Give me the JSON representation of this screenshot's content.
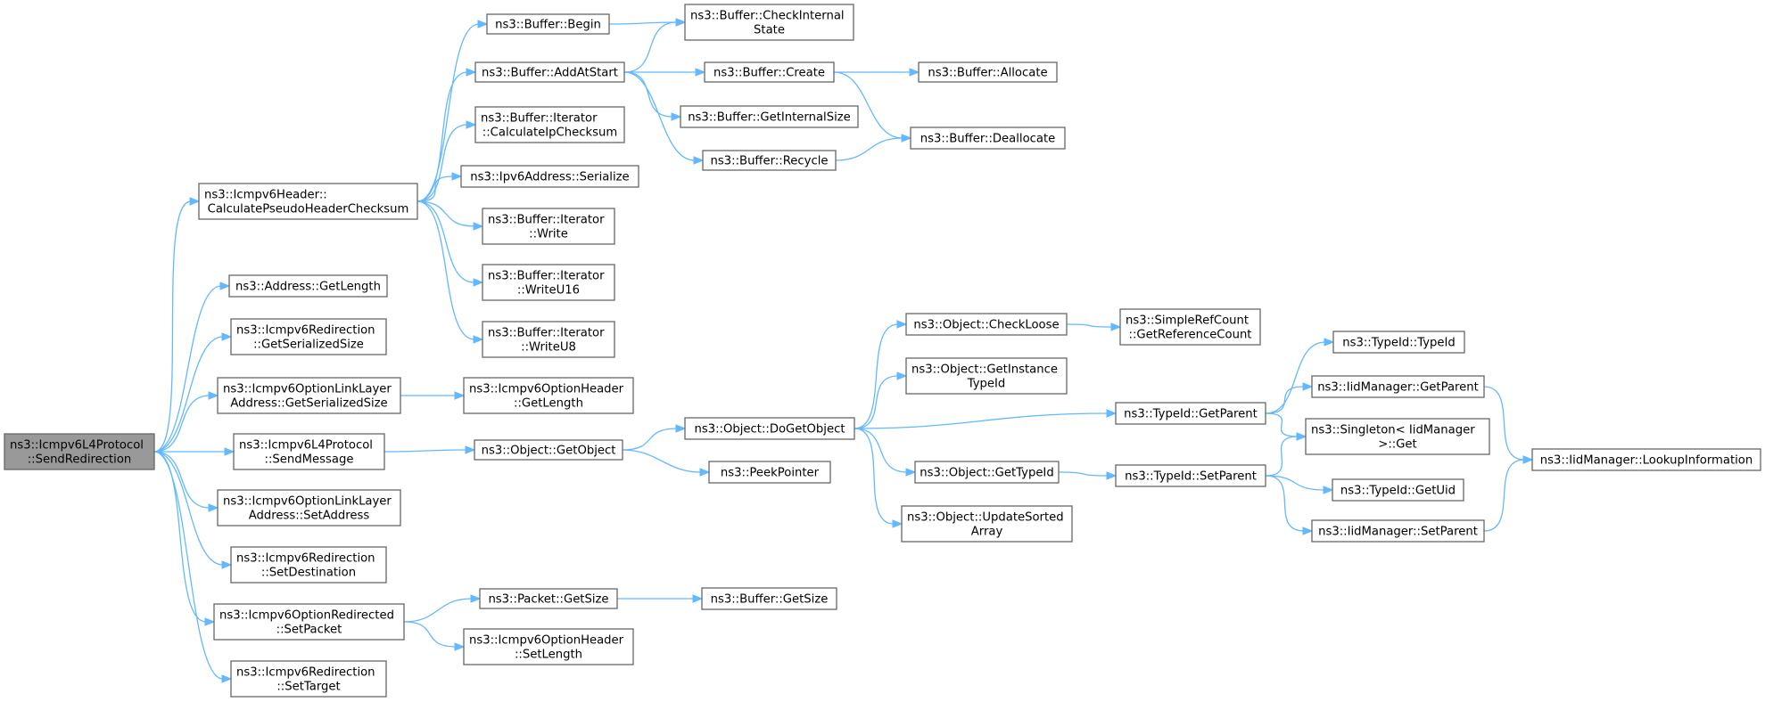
{
  "graph": {
    "colors": {
      "edge": "#63b8ff",
      "node_border": "#666666",
      "node_fill": "#ffffff",
      "root_fill": "#999999"
    },
    "nodes": [
      {
        "id": "root",
        "lines": [
          "ns3::Icmpv6L4Protocol",
          "::SendRedirection"
        ],
        "root": true
      },
      {
        "id": "calcPseudo",
        "lines": [
          "ns3::Icmpv6Header::",
          "CalculatePseudoHeaderChecksum"
        ]
      },
      {
        "id": "addrGetLength",
        "lines": [
          "ns3::Address::GetLength"
        ]
      },
      {
        "id": "redirGetSerSize",
        "lines": [
          "ns3::Icmpv6Redirection",
          "::GetSerializedSize"
        ]
      },
      {
        "id": "optLinkGetSerSize",
        "lines": [
          "ns3::Icmpv6OptionLinkLayer",
          "Address::GetSerializedSize"
        ]
      },
      {
        "id": "sendMessage",
        "lines": [
          "ns3::Icmpv6L4Protocol",
          "::SendMessage"
        ]
      },
      {
        "id": "optLinkSetAddr",
        "lines": [
          "ns3::Icmpv6OptionLinkLayer",
          "Address::SetAddress"
        ]
      },
      {
        "id": "redirSetDest",
        "lines": [
          "ns3::Icmpv6Redirection",
          "::SetDestination"
        ]
      },
      {
        "id": "optRedirSetPacket",
        "lines": [
          "ns3::Icmpv6OptionRedirected",
          "::SetPacket"
        ]
      },
      {
        "id": "redirSetTarget",
        "lines": [
          "ns3::Icmpv6Redirection",
          "::SetTarget"
        ]
      },
      {
        "id": "bufBegin",
        "lines": [
          "ns3::Buffer::Begin"
        ]
      },
      {
        "id": "bufAddAtStart",
        "lines": [
          "ns3::Buffer::AddAtStart"
        ]
      },
      {
        "id": "iterCalcIp",
        "lines": [
          "ns3::Buffer::Iterator",
          "::CalculateIpChecksum"
        ]
      },
      {
        "id": "ipv6Serialize",
        "lines": [
          "ns3::Ipv6Address::Serialize"
        ]
      },
      {
        "id": "iterWrite",
        "lines": [
          "ns3::Buffer::Iterator",
          "::Write"
        ]
      },
      {
        "id": "iterWriteU16",
        "lines": [
          "ns3::Buffer::Iterator",
          "::WriteU16"
        ]
      },
      {
        "id": "iterWriteU8",
        "lines": [
          "ns3::Buffer::Iterator",
          "::WriteU8"
        ]
      },
      {
        "id": "bufCheckInternal",
        "lines": [
          "ns3::Buffer::CheckInternal",
          "State"
        ]
      },
      {
        "id": "bufCreate",
        "lines": [
          "ns3::Buffer::Create"
        ]
      },
      {
        "id": "bufGetInternalSize",
        "lines": [
          "ns3::Buffer::GetInternalSize"
        ]
      },
      {
        "id": "bufRecycle",
        "lines": [
          "ns3::Buffer::Recycle"
        ]
      },
      {
        "id": "bufAllocate",
        "lines": [
          "ns3::Buffer::Allocate"
        ]
      },
      {
        "id": "bufDeallocate",
        "lines": [
          "ns3::Buffer::Deallocate"
        ]
      },
      {
        "id": "optHdrGetLength",
        "lines": [
          "ns3::Icmpv6OptionHeader",
          "::GetLength"
        ]
      },
      {
        "id": "objGetObject",
        "lines": [
          "ns3::Object::GetObject"
        ]
      },
      {
        "id": "packetGetSize",
        "lines": [
          "ns3::Packet::GetSize"
        ]
      },
      {
        "id": "optHdrSetLength",
        "lines": [
          "ns3::Icmpv6OptionHeader",
          "::SetLength"
        ]
      },
      {
        "id": "objDoGetObject",
        "lines": [
          "ns3::Object::DoGetObject"
        ]
      },
      {
        "id": "peekPointer",
        "lines": [
          "ns3::PeekPointer"
        ]
      },
      {
        "id": "bufGetSize",
        "lines": [
          "ns3::Buffer::GetSize"
        ]
      },
      {
        "id": "objCheckLoose",
        "lines": [
          "ns3::Object::CheckLoose"
        ]
      },
      {
        "id": "objGetInstanceTypeId",
        "lines": [
          "ns3::Object::GetInstance",
          "TypeId"
        ]
      },
      {
        "id": "objGetTypeId",
        "lines": [
          "ns3::Object::GetTypeId"
        ]
      },
      {
        "id": "objUpdateSorted",
        "lines": [
          "ns3::Object::UpdateSorted",
          "Array"
        ]
      },
      {
        "id": "simpleRefCount",
        "lines": [
          "ns3::SimpleRefCount",
          "::GetReferenceCount"
        ]
      },
      {
        "id": "typeIdGetParent",
        "lines": [
          "ns3::TypeId::GetParent"
        ]
      },
      {
        "id": "typeIdSetParent",
        "lines": [
          "ns3::TypeId::SetParent"
        ]
      },
      {
        "id": "typeIdTypeId",
        "lines": [
          "ns3::TypeId::TypeId"
        ]
      },
      {
        "id": "iidGetParent",
        "lines": [
          "ns3::IidManager::GetParent"
        ]
      },
      {
        "id": "singletonGet",
        "lines": [
          "ns3::Singleton< IidManager",
          " >::Get"
        ]
      },
      {
        "id": "typeIdGetUid",
        "lines": [
          "ns3::TypeId::GetUid"
        ]
      },
      {
        "id": "iidSetParent",
        "lines": [
          "ns3::IidManager::SetParent"
        ]
      },
      {
        "id": "iidLookupInfo",
        "lines": [
          "ns3::IidManager::LookupInformation"
        ]
      }
    ],
    "edges": [
      [
        "root",
        "calcPseudo"
      ],
      [
        "root",
        "addrGetLength"
      ],
      [
        "root",
        "redirGetSerSize"
      ],
      [
        "root",
        "optLinkGetSerSize"
      ],
      [
        "root",
        "sendMessage"
      ],
      [
        "root",
        "optLinkSetAddr"
      ],
      [
        "root",
        "redirSetDest"
      ],
      [
        "root",
        "optRedirSetPacket"
      ],
      [
        "root",
        "redirSetTarget"
      ],
      [
        "calcPseudo",
        "bufBegin"
      ],
      [
        "calcPseudo",
        "bufAddAtStart"
      ],
      [
        "calcPseudo",
        "iterCalcIp"
      ],
      [
        "calcPseudo",
        "ipv6Serialize"
      ],
      [
        "calcPseudo",
        "iterWrite"
      ],
      [
        "calcPseudo",
        "iterWriteU16"
      ],
      [
        "calcPseudo",
        "iterWriteU8"
      ],
      [
        "bufBegin",
        "bufCheckInternal"
      ],
      [
        "bufAddAtStart",
        "bufCheckInternal"
      ],
      [
        "bufAddAtStart",
        "bufCreate"
      ],
      [
        "bufAddAtStart",
        "bufGetInternalSize"
      ],
      [
        "bufAddAtStart",
        "bufRecycle"
      ],
      [
        "bufCreate",
        "bufAllocate"
      ],
      [
        "bufCreate",
        "bufDeallocate"
      ],
      [
        "bufRecycle",
        "bufDeallocate"
      ],
      [
        "optLinkGetSerSize",
        "optHdrGetLength"
      ],
      [
        "sendMessage",
        "objGetObject"
      ],
      [
        "optRedirSetPacket",
        "packetGetSize"
      ],
      [
        "optRedirSetPacket",
        "optHdrSetLength"
      ],
      [
        "packetGetSize",
        "bufGetSize"
      ],
      [
        "objGetObject",
        "objDoGetObject"
      ],
      [
        "objGetObject",
        "peekPointer"
      ],
      [
        "objDoGetObject",
        "objCheckLoose"
      ],
      [
        "objDoGetObject",
        "objGetInstanceTypeId"
      ],
      [
        "objDoGetObject",
        "typeIdGetParent"
      ],
      [
        "objDoGetObject",
        "objGetTypeId"
      ],
      [
        "objDoGetObject",
        "objUpdateSorted"
      ],
      [
        "objCheckLoose",
        "simpleRefCount"
      ],
      [
        "objGetTypeId",
        "typeIdSetParent"
      ],
      [
        "typeIdGetParent",
        "typeIdTypeId"
      ],
      [
        "typeIdGetParent",
        "iidGetParent"
      ],
      [
        "typeIdGetParent",
        "singletonGet"
      ],
      [
        "typeIdSetParent",
        "singletonGet"
      ],
      [
        "typeIdSetParent",
        "typeIdGetUid"
      ],
      [
        "typeIdSetParent",
        "iidSetParent"
      ],
      [
        "iidGetParent",
        "iidLookupInfo"
      ],
      [
        "iidSetParent",
        "iidLookupInfo"
      ]
    ]
  }
}
